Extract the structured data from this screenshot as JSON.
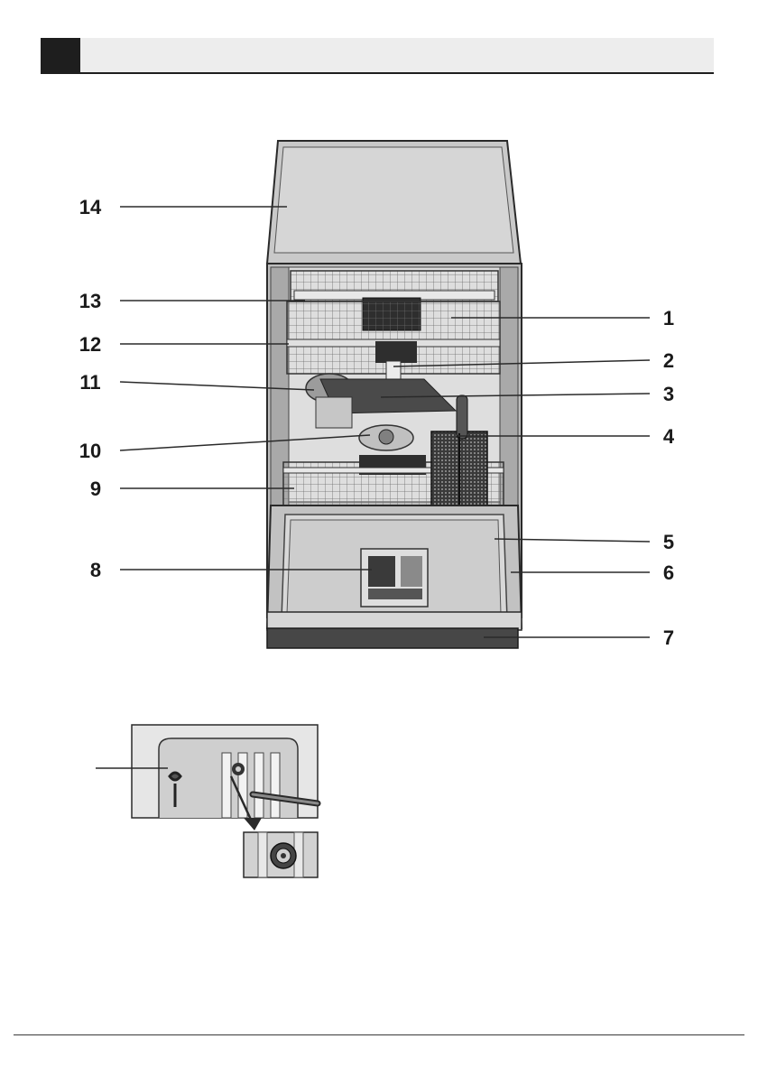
{
  "callouts": [
    {
      "id": "1",
      "label": "1"
    },
    {
      "id": "2",
      "label": "2"
    },
    {
      "id": "3",
      "label": "3"
    },
    {
      "id": "4",
      "label": "4"
    },
    {
      "id": "5",
      "label": "5"
    },
    {
      "id": "6",
      "label": "6"
    },
    {
      "id": "7",
      "label": "7"
    },
    {
      "id": "8",
      "label": "8"
    },
    {
      "id": "9",
      "label": "9"
    },
    {
      "id": "10",
      "label": "10"
    },
    {
      "id": "11",
      "label": "11"
    },
    {
      "id": "12",
      "label": "12"
    },
    {
      "id": "13",
      "label": "13"
    },
    {
      "id": "14",
      "label": "14"
    }
  ],
  "colors": {
    "header_block": "#1e1e1e",
    "header_bar": "#ededed",
    "appliance_gray": "#c8c8c8",
    "cavity_gray": "#d4d4d4",
    "outline": "#2a2a2a"
  }
}
